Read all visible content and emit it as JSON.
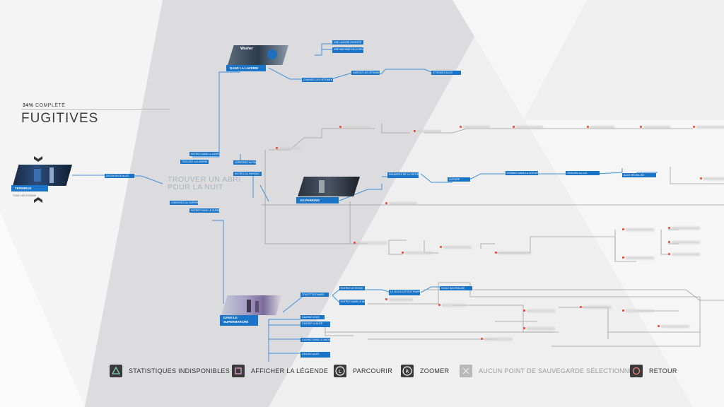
{
  "header": {
    "percent": "34%",
    "complete_label": "COMPLÉTÉ",
    "chapter_title": "FUGITIVES"
  },
  "start": {
    "label": "TERMINUS",
    "sub": "TOUS LES ÉCRANS"
  },
  "center": {
    "title_line1": "TROUVER UN ABRI",
    "title_line2": "POUR LA NUIT"
  },
  "scenes": {
    "laverie": "DANS LA LAVERIE",
    "laverie_thumb_caption": "Washer",
    "parking": "AU PARKING",
    "supermarche_line1": "DANS LE",
    "supermarche_line2": "SUPERMARCHÉ"
  },
  "nodes": {
    "n1": "DÉCISION DE ALICE",
    "n2": "ENTREZ DANS LA LAVERIE",
    "n3": "TROUVEZ LA LAVERIE",
    "n4": "CHERCHEZ AU PARKING",
    "n5": "ENTREZ AU PARKING",
    "n6": "CHERCHEZ AU SUPERMARCHÉ",
    "n7": "ENTREZ DANS LE SUPERMARCHÉ",
    "n8": "UNE LAVERIE OUVERTE",
    "n9": "UNE MACHINE EN LA SECHE DE ALICE",
    "n10": "CHANGEZ LES VÊTEMENTS",
    "n11": "GARDEZ LES VÊTEMENTS",
    "n12": "ATTENDEZ ALICE",
    "n13": "REMONTEZ DE LA VOITURE",
    "n14": "VOITURE",
    "n15": "DORMEZ DANS LA VOITURE",
    "n16": "TROUVEZ LA CLÉ",
    "n17": "ALICE RÉVEILLÉE",
    "n18": "TOILETTES DAMES",
    "n19": "ENTREZ LE STOCK",
    "n20": "ENTREZ DANS LE MAGASIN",
    "n21": "LE VIGILE A ÉTÉ ATTRAPÉ",
    "n22": "VIGILE NEUTRALISÉ",
    "n23": "CACHEZ LA ALICE",
    "n24": "CACHEZ DANS LE MAGASIN",
    "n25": "CACHEZ ALICE",
    "n26": "CACHEZ-VOUS"
  },
  "legend": [
    {
      "label": "STATISTIQUES INDISPONIBLES",
      "icon": "triangle-icon",
      "disabled": false
    },
    {
      "label": "AFFICHER LA LÉGENDE",
      "icon": "square-icon",
      "disabled": false
    },
    {
      "label": "PARCOURIR",
      "icon": "left-stick-icon",
      "disabled": false
    },
    {
      "label": "ZOOMER",
      "icon": "right-stick-icon",
      "disabled": false
    },
    {
      "label": "AUCUN POINT DE SAUVEGARDE SÉLECTIONNÉ",
      "icon": "cross-icon",
      "disabled": true
    },
    {
      "label": "RETOUR",
      "icon": "circle-icon",
      "disabled": false
    }
  ],
  "colors": {
    "accent": "#1a74c7",
    "lock": "#e8513a",
    "background": "#e9e9ea"
  }
}
